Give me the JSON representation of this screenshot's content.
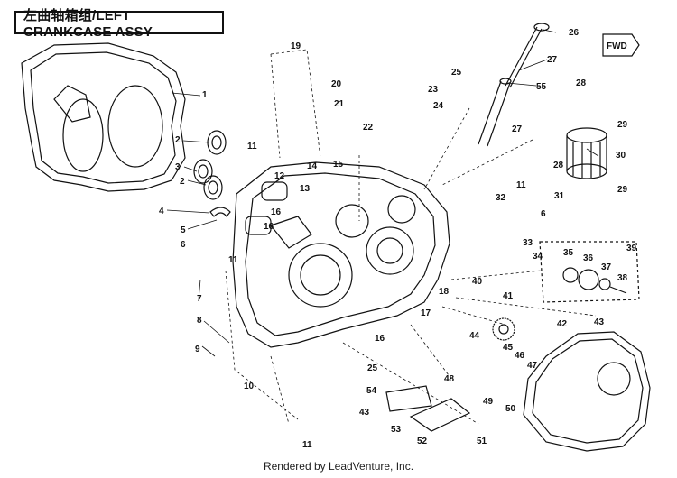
{
  "title": "左曲轴箱组/LEFT CRANKCASE ASSY",
  "footer": "Rendered by LeadVenture, Inc.",
  "fwd_label": "FWD",
  "callouts": [
    {
      "id": "c1",
      "label": "1"
    },
    {
      "id": "c2a",
      "label": "2"
    },
    {
      "id": "c2b",
      "label": "2"
    },
    {
      "id": "c3",
      "label": "3"
    },
    {
      "id": "c4",
      "label": "4"
    },
    {
      "id": "c5",
      "label": "5"
    },
    {
      "id": "c6a",
      "label": "6"
    },
    {
      "id": "c6b",
      "label": "6"
    },
    {
      "id": "c7",
      "label": "7"
    },
    {
      "id": "c8",
      "label": "8"
    },
    {
      "id": "c9",
      "label": "9"
    },
    {
      "id": "c10",
      "label": "10"
    },
    {
      "id": "c11a",
      "label": "11"
    },
    {
      "id": "c11b",
      "label": "11"
    },
    {
      "id": "c11c",
      "label": "11"
    },
    {
      "id": "c11d",
      "label": "11"
    },
    {
      "id": "c12",
      "label": "12"
    },
    {
      "id": "c13",
      "label": "13"
    },
    {
      "id": "c14",
      "label": "14"
    },
    {
      "id": "c15",
      "label": "15"
    },
    {
      "id": "c16a",
      "label": "16"
    },
    {
      "id": "c16b",
      "label": "16"
    },
    {
      "id": "c16c",
      "label": "16"
    },
    {
      "id": "c17",
      "label": "17"
    },
    {
      "id": "c18",
      "label": "18"
    },
    {
      "id": "c19",
      "label": "19"
    },
    {
      "id": "c20",
      "label": "20"
    },
    {
      "id": "c21",
      "label": "21"
    },
    {
      "id": "c22",
      "label": "22"
    },
    {
      "id": "c23",
      "label": "23"
    },
    {
      "id": "c24",
      "label": "24"
    },
    {
      "id": "c25a",
      "label": "25"
    },
    {
      "id": "c25b",
      "label": "25"
    },
    {
      "id": "c26",
      "label": "26"
    },
    {
      "id": "c27a",
      "label": "27"
    },
    {
      "id": "c27b",
      "label": "27"
    },
    {
      "id": "c28a",
      "label": "28"
    },
    {
      "id": "c28b",
      "label": "28"
    },
    {
      "id": "c29a",
      "label": "29"
    },
    {
      "id": "c29b",
      "label": "29"
    },
    {
      "id": "c30",
      "label": "30"
    },
    {
      "id": "c31",
      "label": "31"
    },
    {
      "id": "c32",
      "label": "32"
    },
    {
      "id": "c33",
      "label": "33"
    },
    {
      "id": "c34",
      "label": "34"
    },
    {
      "id": "c35",
      "label": "35"
    },
    {
      "id": "c36",
      "label": "36"
    },
    {
      "id": "c37",
      "label": "37"
    },
    {
      "id": "c38",
      "label": "38"
    },
    {
      "id": "c39",
      "label": "39"
    },
    {
      "id": "c40",
      "label": "40"
    },
    {
      "id": "c41",
      "label": "41"
    },
    {
      "id": "c42",
      "label": "42"
    },
    {
      "id": "c43a",
      "label": "43"
    },
    {
      "id": "c43b",
      "label": "43"
    },
    {
      "id": "c44",
      "label": "44"
    },
    {
      "id": "c45",
      "label": "45"
    },
    {
      "id": "c46",
      "label": "46"
    },
    {
      "id": "c47",
      "label": "47"
    },
    {
      "id": "c48",
      "label": "48"
    },
    {
      "id": "c49",
      "label": "49"
    },
    {
      "id": "c50",
      "label": "50"
    },
    {
      "id": "c51",
      "label": "51"
    },
    {
      "id": "c52",
      "label": "52"
    },
    {
      "id": "c53",
      "label": "53"
    },
    {
      "id": "c54",
      "label": "54"
    },
    {
      "id": "c55",
      "label": "55"
    }
  ]
}
